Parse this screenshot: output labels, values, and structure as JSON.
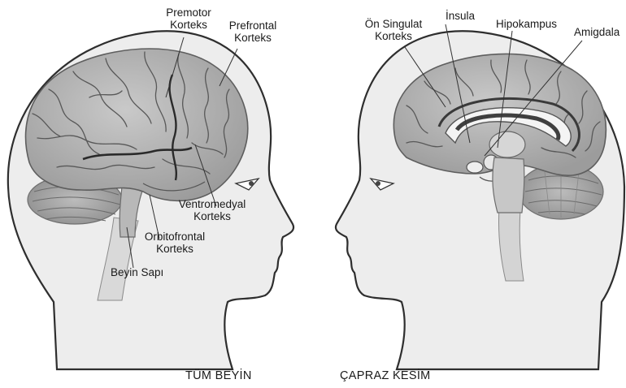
{
  "left_panel": {
    "caption": "TÜM BEYİN",
    "labels": {
      "premotor_1": "Premotor",
      "premotor_2": "Korteks",
      "prefrontal_1": "Prefrontal",
      "prefrontal_2": "Korteks",
      "ventromedial_1": "Ventromedyal",
      "ventromedial_2": "Korteks",
      "orbitofrontal_1": "Orbitofrontal",
      "orbitofrontal_2": "Korteks",
      "brainstem": "Beyin Sapı"
    }
  },
  "right_panel": {
    "caption": "ÇAPRAZ KESİM",
    "labels": {
      "cingulate_1": "Ön Singulat",
      "cingulate_2": "Korteks",
      "insula": "İnsula",
      "hippocampus": "Hipokampus",
      "amygdala": "Amigdala"
    }
  }
}
